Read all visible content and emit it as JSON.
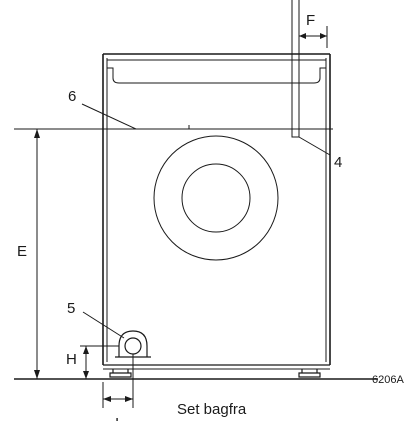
{
  "labels": {
    "f": "F",
    "six": "6",
    "four": "4",
    "e": "E",
    "five": "5",
    "h": "H",
    "bottom_dim": "I",
    "figure_code": "6206A",
    "caption": "Set bagfra"
  },
  "colors": {
    "line": "#1a1a1a",
    "background": "#ffffff"
  }
}
